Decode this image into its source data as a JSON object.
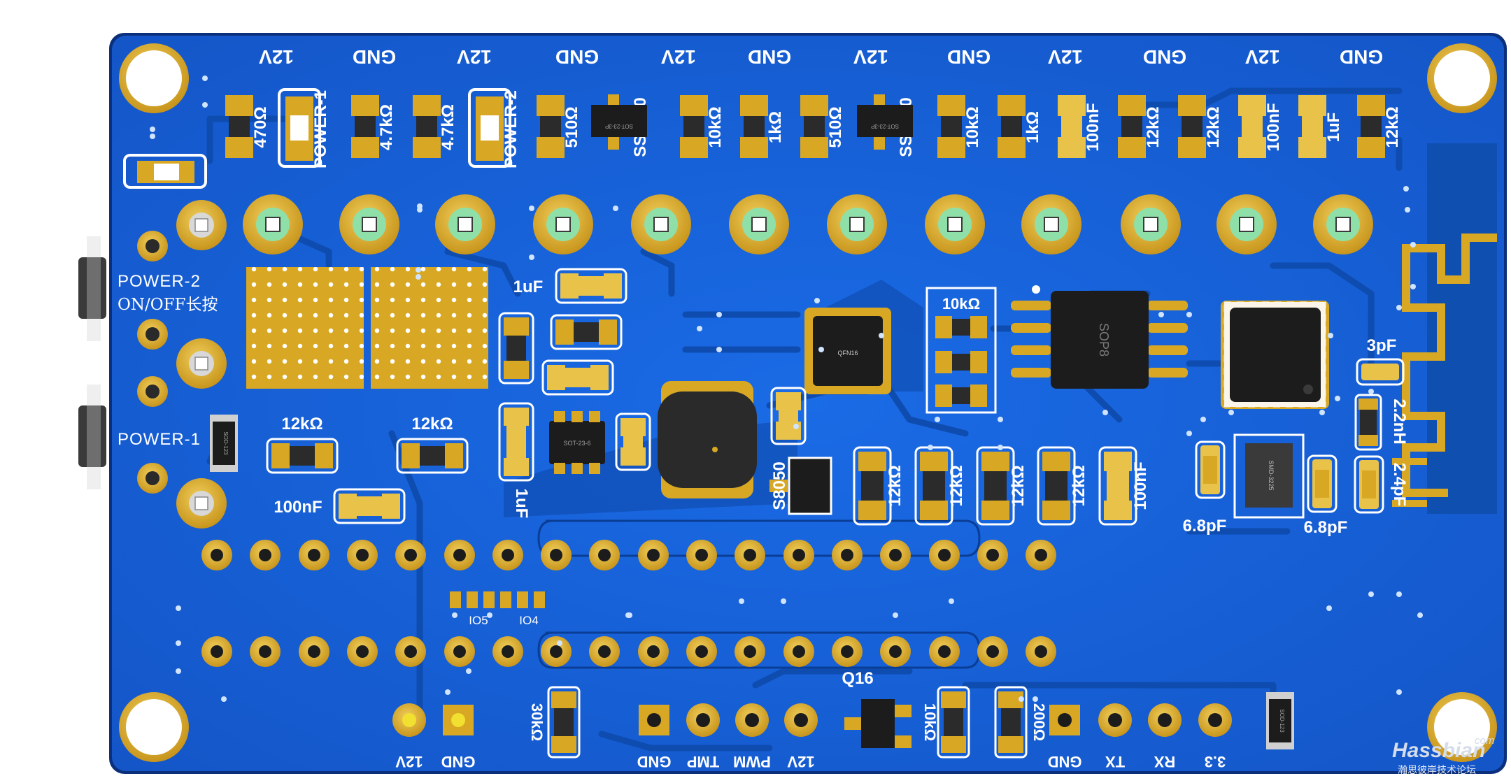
{
  "colors": {
    "board": "#1560d8",
    "board_edge": "#0b2f7a",
    "trace": "#0f4fb8",
    "trace_dark": "#0a3e96",
    "copper": "#d8a824",
    "copper_light": "#e9c24a",
    "silk": "#ffffff",
    "smd_body": "#2b2b2b",
    "ic_body": "#1c1c1c",
    "pad_green": "#8fe0a8",
    "watermark": "#c9d3e6"
  },
  "connectors": {
    "top": [
      "12V",
      "GND",
      "12V",
      "GND",
      "12V",
      "GND",
      "12V",
      "GND",
      "12V",
      "GND",
      "12V",
      "GND"
    ],
    "bottom_power": [
      "12V",
      "GND"
    ],
    "fan": [
      "GND",
      "TMP",
      "PWM",
      "12V"
    ],
    "serial": [
      "GND",
      "TX",
      "RX",
      "3.3"
    ]
  },
  "top_components": [
    {
      "label": "470Ω",
      "kind": "res"
    },
    {
      "label": "POWER-1",
      "kind": "led"
    },
    {
      "label": "4.7kΩ",
      "kind": "res"
    },
    {
      "label": "4.7kΩ",
      "kind": "res"
    },
    {
      "label": "POWER-2",
      "kind": "led"
    },
    {
      "label": "510Ω",
      "kind": "res"
    },
    {
      "label": "SS8050",
      "kind": "sot"
    },
    {
      "label": "10kΩ",
      "kind": "res"
    },
    {
      "label": "1kΩ",
      "kind": "res"
    },
    {
      "label": "510Ω",
      "kind": "res"
    },
    {
      "label": "SS8050",
      "kind": "sot"
    },
    {
      "label": "10kΩ",
      "kind": "res"
    },
    {
      "label": "1kΩ",
      "kind": "res"
    },
    {
      "label": "100nF",
      "kind": "cap"
    },
    {
      "label": "12kΩ",
      "kind": "res"
    },
    {
      "label": "12kΩ",
      "kind": "res"
    },
    {
      "label": "100nF",
      "kind": "cap"
    },
    {
      "label": "1uF",
      "kind": "cap"
    },
    {
      "label": "12kΩ",
      "kind": "res"
    }
  ],
  "mid_components": [
    {
      "label": "S8050",
      "kind": "sot"
    },
    {
      "label": "12kΩ",
      "kind": "res"
    },
    {
      "label": "12kΩ",
      "kind": "res"
    },
    {
      "label": "12kΩ",
      "kind": "res"
    },
    {
      "label": "12kΩ",
      "kind": "res"
    },
    {
      "label": "100nF",
      "kind": "cap"
    }
  ],
  "left_labels": {
    "power2": "POWER-2",
    "onoff": "ON/OFF长按",
    "power1": "POWER-1",
    "res_a": "12kΩ",
    "res_b": "12kΩ",
    "cap_100nf": "100nF",
    "cap_1uf_top": "1uF",
    "cap_1uf_side": "1uF"
  },
  "ics": {
    "qfn": "QFN16",
    "sop": "SOP8",
    "sot_small_a": "SOT-23-3P",
    "sot_small_b": "SOT-23-3P",
    "sot6": "SOT-23-6",
    "smd_crystal": "SMD-3225",
    "diode_a": "SOD-123",
    "diode_b": "SOD-123"
  },
  "rf": {
    "cap_3pf": "3pF",
    "ind": "2.2nH",
    "cap_24pf": "2.4pF",
    "cap_68a": "6.8pF",
    "cap_68b": "6.8pF"
  },
  "array_label": "10kΩ",
  "io": {
    "io5": "IO5",
    "io4": "IO4"
  },
  "bottom": {
    "r30k": "30kΩ",
    "q16": "Q16",
    "r10k": "10kΩ",
    "r200": "200Ω"
  },
  "watermark": {
    "brand": "Hassbian",
    "sub": "com",
    "cn": "瀚思彼岸技术论坛"
  }
}
